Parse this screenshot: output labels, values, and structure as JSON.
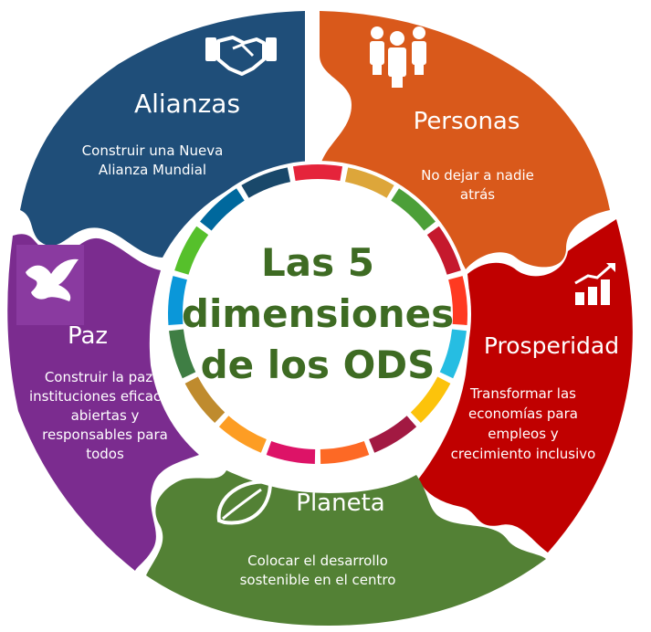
{
  "center": {
    "line1": "Las 5",
    "line2": "dimensiones",
    "line3": "de los ODS"
  },
  "segments": [
    {
      "key": "alianzas",
      "title": "Alianzas",
      "desc": [
        "Construir una Nueva",
        "Alianza Mundial"
      ],
      "color": "#1f4e79",
      "icon": "handshake-icon"
    },
    {
      "key": "personas",
      "title": "Personas",
      "desc": [
        "No dejar a nadie",
        "atrás"
      ],
      "color": "#d9591b",
      "icon": "people-icon"
    },
    {
      "key": "prosperidad",
      "title": "Prosperidad",
      "desc": [
        "Transformar las",
        "economías para",
        "empleos y",
        "crecimiento inclusivo"
      ],
      "color": "#c00000",
      "icon": "growth-chart-icon"
    },
    {
      "key": "planeta",
      "title": "Planeta",
      "desc": [
        "Colocar el desarrollo",
        "sostenible en el centro"
      ],
      "color": "#538135",
      "icon": "leaf-icon"
    },
    {
      "key": "paz",
      "title": "Paz",
      "desc": [
        "Construir la paz e",
        "instituciones eficaces,",
        "abiertas y",
        "responsables para",
        "todos"
      ],
      "color": "#7b2c8f",
      "icon": "dove-icon"
    }
  ],
  "ring_colors": [
    "#e5243b",
    "#dda63a",
    "#4c9f38",
    "#c5192d",
    "#ff3a21",
    "#26bde2",
    "#fcc30b",
    "#a21942",
    "#fd6925",
    "#dd1367",
    "#fd9d24",
    "#bf8b2e",
    "#3f7e44",
    "#0a97d9",
    "#56c02b",
    "#00689d",
    "#19486a"
  ]
}
